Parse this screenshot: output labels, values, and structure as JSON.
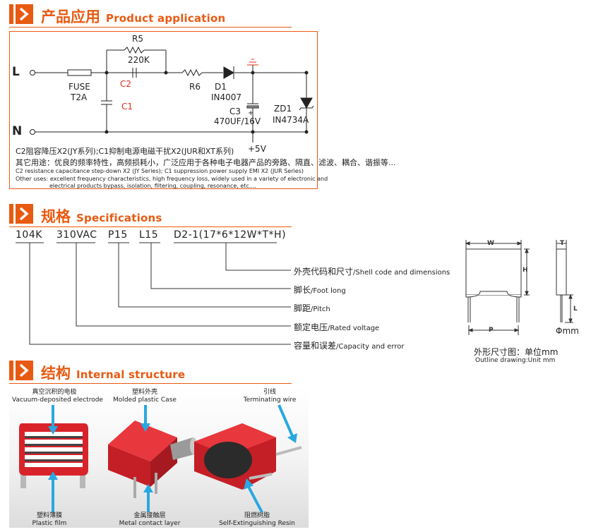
{
  "sections": {
    "application": {
      "zh": "产品应用",
      "en": "Product application"
    },
    "specs": {
      "zh": "规格",
      "en": "Specifications"
    },
    "structure": {
      "zh": "结构",
      "en": "Internal structure"
    }
  },
  "circuit": {
    "terminal_l": "L",
    "terminal_n": "N",
    "r5": "R5",
    "r5_value": "220K",
    "c2": "C2",
    "c1": "C1",
    "fuse": "FUSE",
    "fuse_value": "T2A",
    "r6": "R6",
    "d1": "D1",
    "d1_value": "IN4007",
    "c3": "C3",
    "c3_value": "470UF/16V",
    "c3_plus": "+",
    "zd1": "ZD1",
    "zd1_value": "IN4734A",
    "output": "+5V"
  },
  "caption": {
    "zh1": "C2阻容降压X2(JY系列);C1抑制电源电磁干扰X2(JUR和XT系列)",
    "zh2": "其它用途：优良的频率特性，高频损耗小，广泛应用于各种电子电器产品的旁路、隔直、滤波、耦合、谐振等...",
    "en1": "C2 resistance capacitance step-down X2 (JY Series); C1 suppression power supply EMI X2 (JUR Series)",
    "en2": "Other uses: excellent frequency characteristics, high frequency loss, widely used in a variety of electronic and",
    "en3": "electrical products bypass, isolation, filtering, coupling, resonance, etc...."
  },
  "spec_codes": [
    "104K",
    "310VAC",
    "P15",
    "L15",
    "D2-1(17*6*12W*T*H)"
  ],
  "spec_labels": [
    {
      "zh": "外壳代码和尺寸",
      "en": "/Shell code and dimensions"
    },
    {
      "zh": "脚长",
      "en": "/Foot long"
    },
    {
      "zh": "脚距",
      "en": "/Pitch"
    },
    {
      "zh": "额定电压",
      "en": "/Rated voltage"
    },
    {
      "zh": "容量和误差",
      "en": "/Capacity and error"
    }
  ],
  "outline": {
    "w": "W",
    "h": "H",
    "p": "P",
    "t": "T",
    "l": "L",
    "phi": "Φmm",
    "zh": "外形尺寸图：单位mm",
    "en": "Outline drawing:Unit mm"
  },
  "structure": [
    {
      "zh": "真空沉积的电极",
      "en": "Vacuum-deposited electrode"
    },
    {
      "zh": "塑料外壳",
      "en": "Molded plastic Case"
    },
    {
      "zh": "引线",
      "en": "Terminating wire"
    },
    {
      "zh": "塑料薄膜",
      "en": "Plastic film"
    },
    {
      "zh": "金属接触层",
      "en": "Metal contact layer"
    },
    {
      "zh": "阻燃树脂",
      "en": "Self-Extinguishing  Resin"
    }
  ],
  "colors": {
    "accent": "#e85a12",
    "red_body": "#d9232a",
    "arrow": "#29a8e0"
  }
}
